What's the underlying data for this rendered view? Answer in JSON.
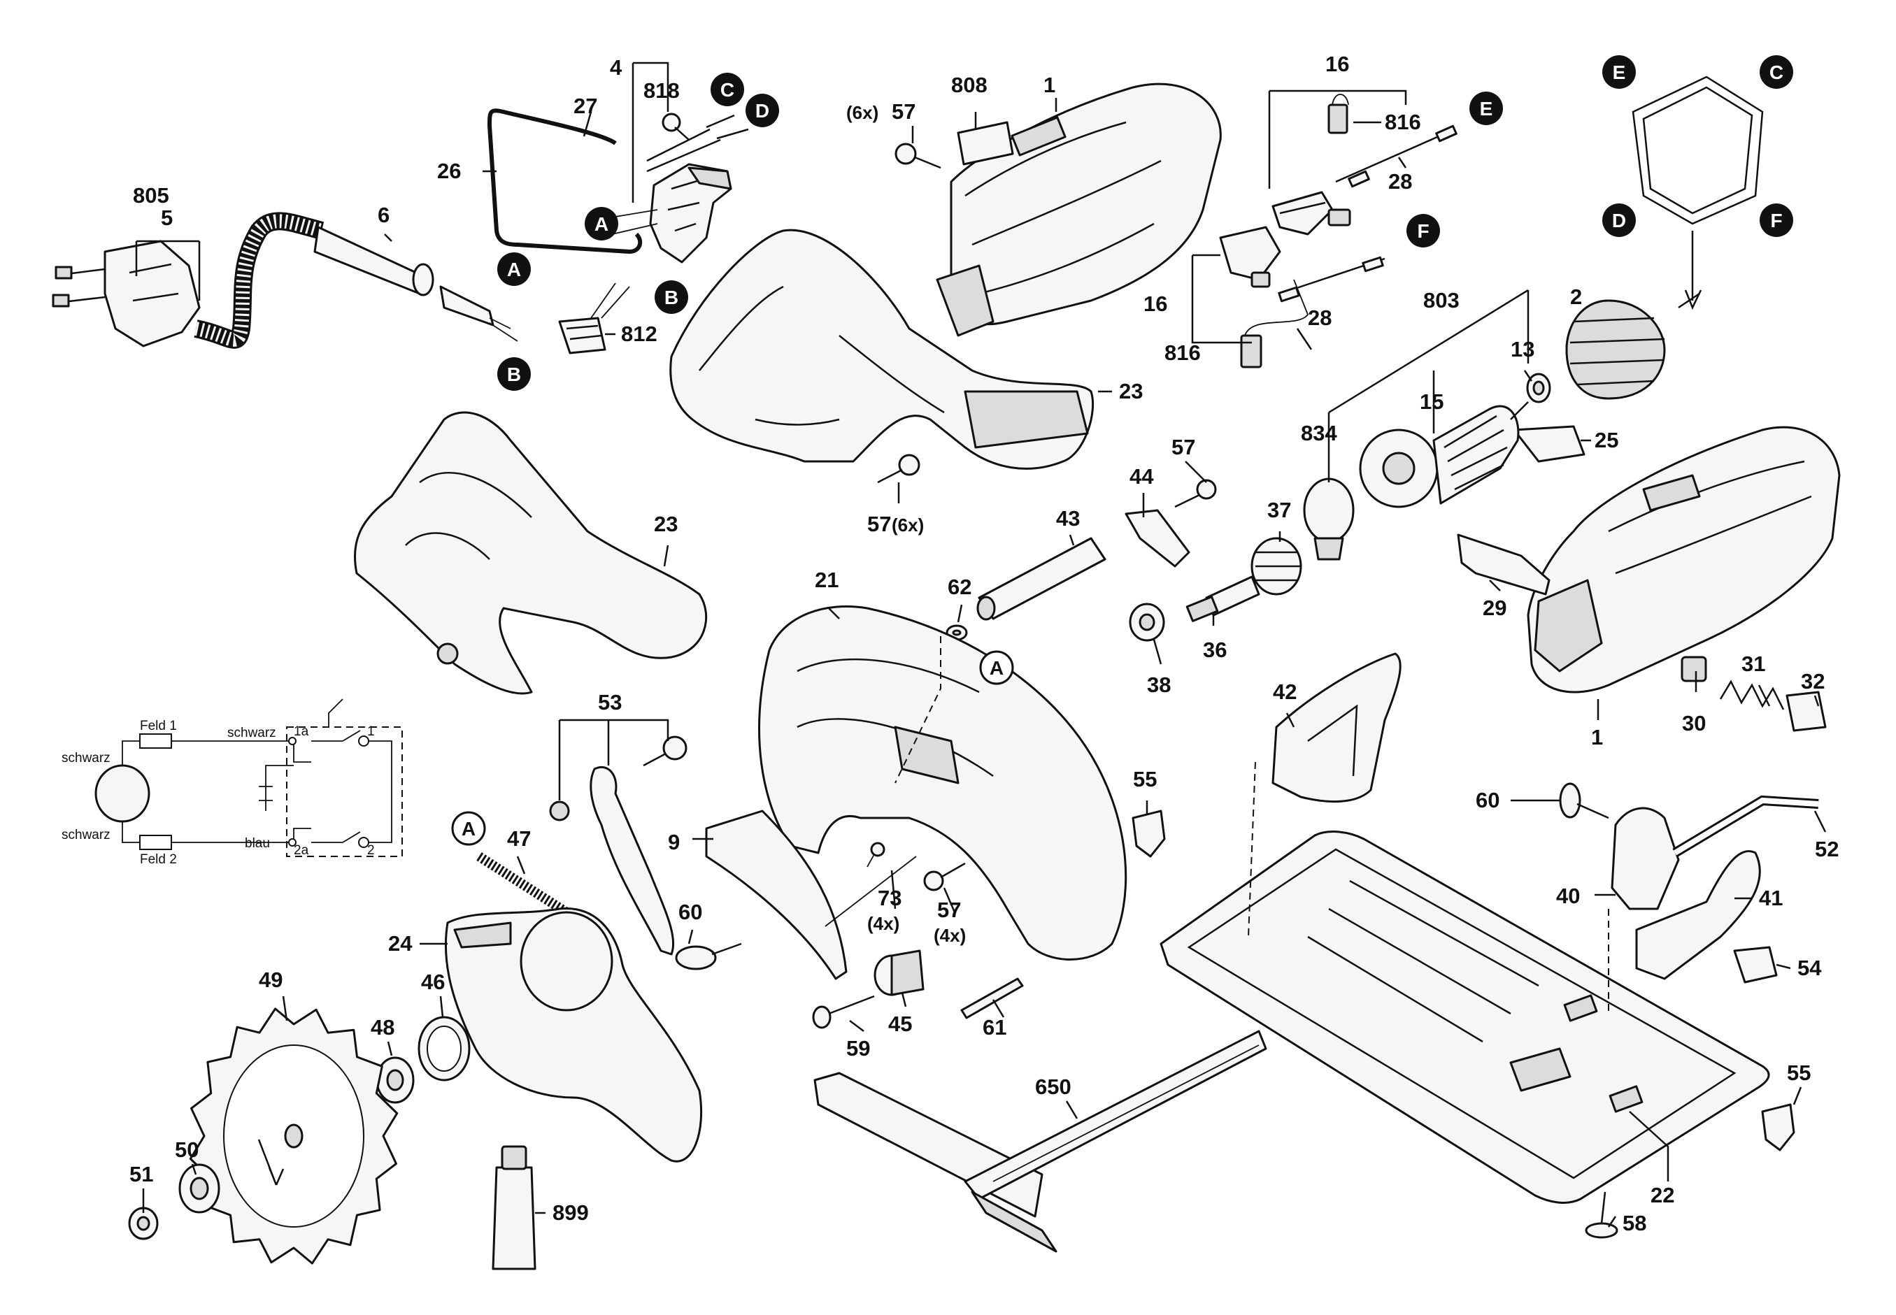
{
  "callouts": {
    "c4": "4",
    "c818": "818",
    "c27": "27",
    "c26": "26",
    "c805": "805",
    "c5": "5",
    "c6": "6",
    "c812": "812",
    "c6x_a": "(6x)",
    "c57_a": "57",
    "c808": "808",
    "c1_a": "1",
    "c23_a": "23",
    "c57_b": "57",
    "c6x_b": "(6x)",
    "c16_a": "16",
    "c816_a": "816",
    "c28_a": "28",
    "c16_b": "16",
    "c816_b": "816",
    "c28_b": "28",
    "c803": "803",
    "c13": "13",
    "c2": "2",
    "c15": "15",
    "c834": "834",
    "c25": "25",
    "c57_c": "57",
    "c44": "44",
    "c43": "43",
    "c37": "37",
    "c62": "62",
    "c36": "36",
    "c38": "38",
    "c21": "21",
    "c23_b": "23",
    "c29": "29",
    "c31": "31",
    "c32": "32",
    "c30": "30",
    "c1_b": "1",
    "c53": "53",
    "c47": "47",
    "c9": "9",
    "c60_a": "60",
    "c42": "42",
    "c55_a": "55",
    "c60_b": "60",
    "c52": "52",
    "c40": "40",
    "c41": "41",
    "c54": "54",
    "c73": "73",
    "c4x_a": "(4x)",
    "c57_d": "57",
    "c4x_b": "(4x)",
    "c24": "24",
    "c49": "49",
    "c48": "48",
    "c46": "46",
    "c45": "45",
    "c61": "61",
    "c59": "59",
    "c650": "650",
    "c55_b": "55",
    "c22": "22",
    "c58": "58",
    "c51": "51",
    "c50": "50",
    "c899": "899"
  },
  "connectors": {
    "A1": "A",
    "B1": "B",
    "A2": "A",
    "B2": "B",
    "C1": "C",
    "D1": "D",
    "E1": "E",
    "F1": "F",
    "E2": "E",
    "C2": "C",
    "D2": "D",
    "F2": "F",
    "A3": "A",
    "A4": "A"
  },
  "wiring": {
    "feld1": "Feld 1",
    "feld2": "Feld 2",
    "schwarz_top_left": "schwarz",
    "schwarz_bottom_left": "schwarz",
    "schwarz_switch": "schwarz",
    "blau": "blau",
    "t1a": "1a",
    "t2a": "2a",
    "t1": "1",
    "t2": "2"
  }
}
